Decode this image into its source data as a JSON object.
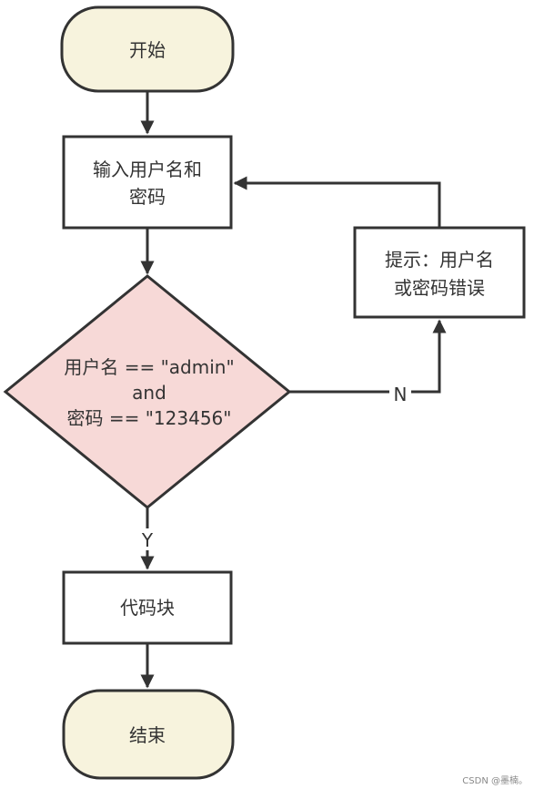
{
  "nodes": {
    "start": {
      "label": "开始"
    },
    "input": {
      "line1": "输入用户名和",
      "line2": "密码"
    },
    "decision": {
      "line1": "用户名 == \"admin\"",
      "line2": "and",
      "line3": "密码 == \"123456\""
    },
    "error": {
      "line1": "提示：用户名",
      "line2": "或密码错误"
    },
    "code": {
      "label": "代码块"
    },
    "end": {
      "label": "结束"
    }
  },
  "edges": {
    "no_label": "N",
    "yes_label": "Y"
  },
  "watermark": "CSDN @墨楠。",
  "colors": {
    "terminal_fill": "#f7f3dd",
    "decision_fill": "#f7d9d7",
    "process_fill": "#ffffff",
    "stroke": "#333333"
  }
}
